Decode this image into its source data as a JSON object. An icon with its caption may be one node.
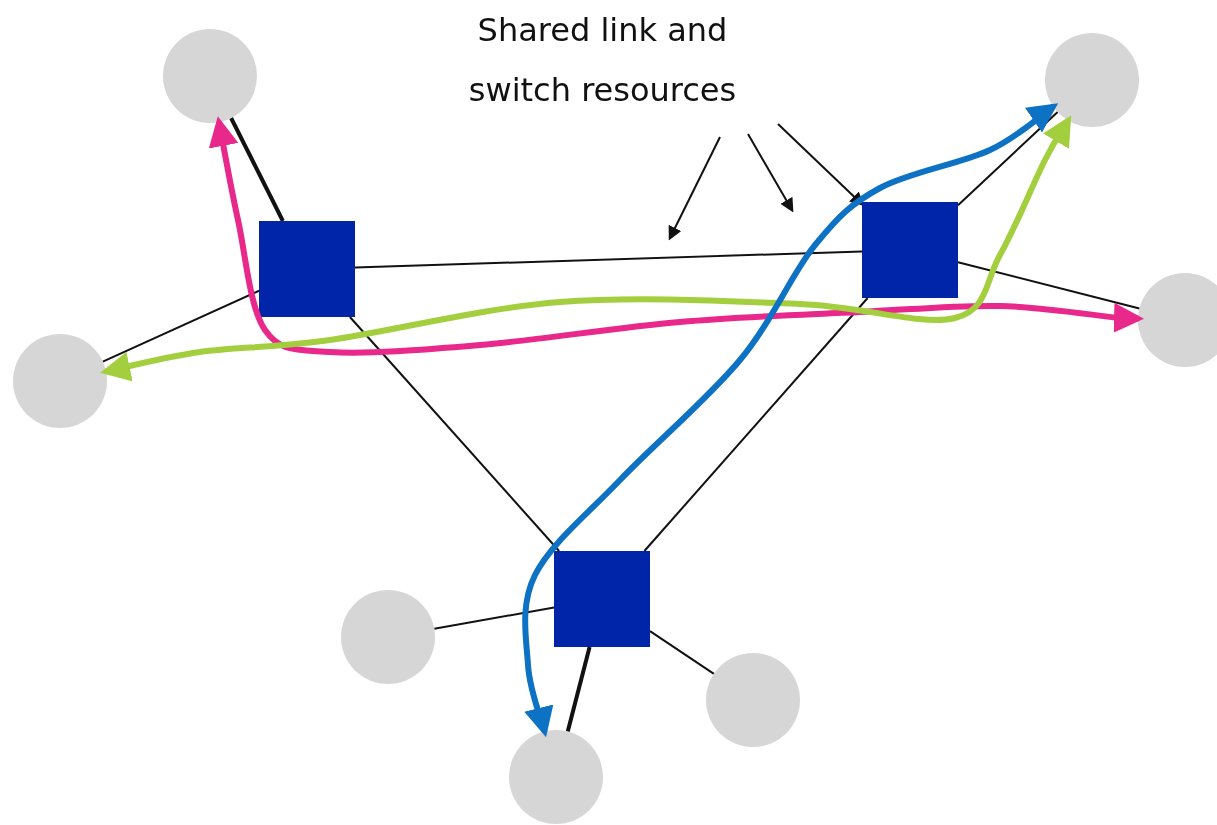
{
  "diagram": {
    "nodes": [
      {
        "text": [
          "Shared link and switch resources"
        ]
      },
      {
        "text": [],
        "shape": "circle"
      },
      {
        "text": [],
        "shape": "circle"
      },
      {
        "text": [],
        "shape": "box"
      },
      {
        "text": [],
        "shape": "box"
      },
      {
        "text": [],
        "shape": "circle"
      },
      {
        "text": [],
        "shape": "circle"
      },
      {
        "text": [],
        "shape": "box"
      },
      {
        "text": [],
        "shape": "circle"
      },
      {
        "text": [],
        "shape": "circle"
      },
      {
        "text": [],
        "shape": "circle"
      }
    ],
    "edges": [
      {
        "from": 1,
        "to": 3,
        "arrow": "none",
        "style": "thick"
      },
      {
        "from": 3,
        "to": 4,
        "arrow": "none"
      },
      {
        "from": 3,
        "to": 5,
        "arrow": "none"
      },
      {
        "from": 3,
        "to": 7,
        "arrow": "none"
      },
      {
        "from": 4,
        "to": 2,
        "arrow": "none"
      },
      {
        "from": 4,
        "to": 6,
        "arrow": "none"
      },
      {
        "from": 4,
        "to": 7,
        "arrow": "none"
      },
      {
        "from": 7,
        "to": 8,
        "arrow": "none"
      },
      {
        "from": 7,
        "to": 9,
        "arrow": "none"
      },
      {
        "from": 7,
        "to": 10,
        "arrow": "none",
        "style": "thick"
      },
      {
        "from": 1,
        "to": 6,
        "arrow": "both",
        "style": "thick",
        "color": "#e8288a"
      },
      {
        "from": 5,
        "to": 2,
        "arrow": "both",
        "style": "thick",
        "color": "#a3cf3e"
      },
      {
        "from": 2,
        "to": 10,
        "arrow": "both",
        "style": "thick",
        "color": "#0e72c4"
      },
      {
        "from": 0,
        "to": null,
        "arrow": "to"
      },
      {
        "from": 0,
        "to": null,
        "arrow": "to"
      },
      {
        "from": 0,
        "to": 4,
        "arrow": "to"
      }
    ]
  }
}
